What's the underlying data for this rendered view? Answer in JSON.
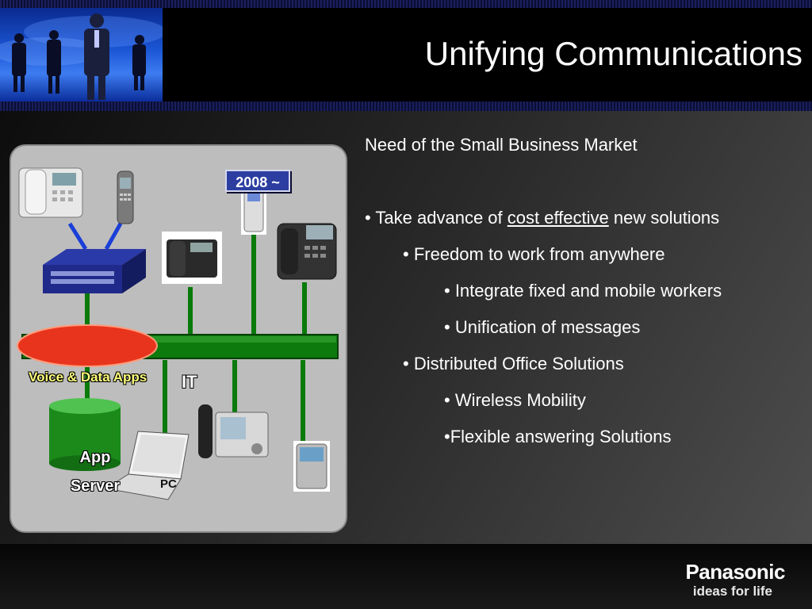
{
  "slide": {
    "title": "Unifying Communications"
  },
  "diagram": {
    "year_badge": "2008 ~",
    "voice_data_label": "Voice & Data Apps",
    "network_label": "IT",
    "app_server_line1": "App",
    "app_server_line2": "Server",
    "pc_label": "PC"
  },
  "bullets": {
    "heading": "Need of the Small Business Market",
    "b1_prefix": "• Take advance of ",
    "b1_link": "cost effective",
    "b1_suffix": " new solutions",
    "b2": "• Freedom to work from anywhere",
    "b3": "• Integrate fixed and mobile workers",
    "b4": "• Unification of messages",
    "b5": "• Distributed Office Solutions",
    "b6": "• Wireless Mobility",
    "b7": "•Flexible answering Solutions"
  },
  "footer": {
    "brand": "Panasonic",
    "tagline": "ideas for life"
  },
  "colors": {
    "network_green": "#0a7a0a",
    "badge_blue": "#2c3fa0",
    "oval_red": "#e8341c"
  }
}
